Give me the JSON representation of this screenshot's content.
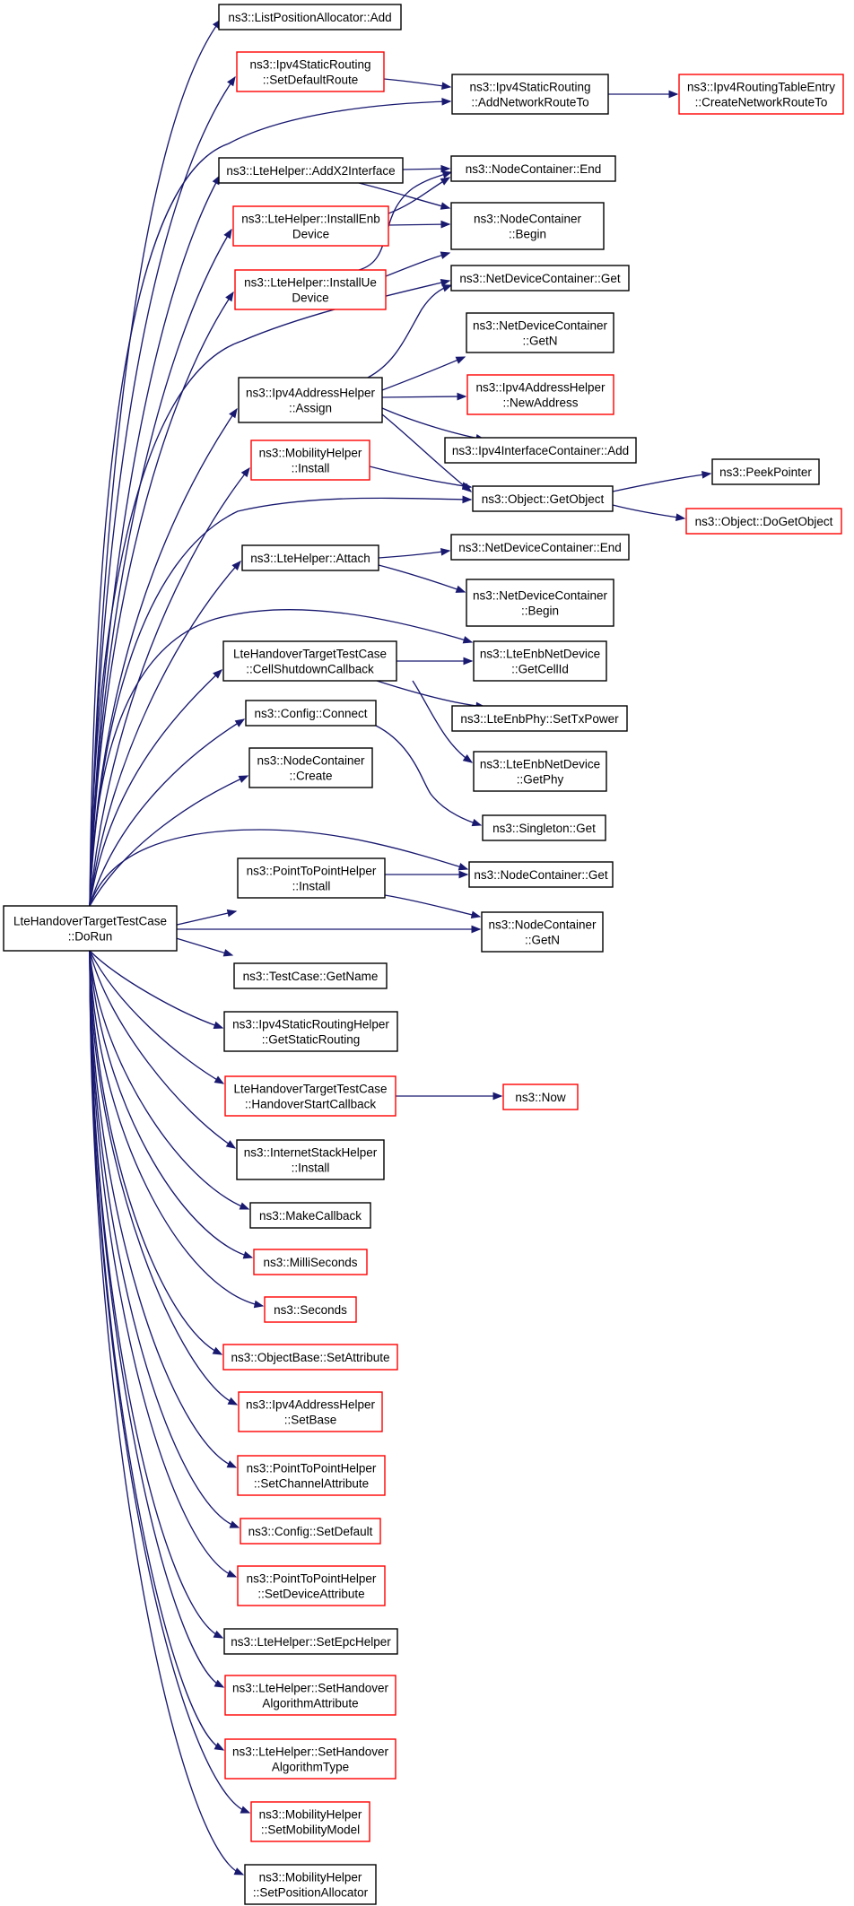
{
  "colors": {
    "edge": "#191970",
    "border_default": "#000000",
    "border_undocumented": "#ff0000",
    "root_fill": "#bfbfbf"
  },
  "nodes": {
    "root": {
      "lines": [
        "LteHandoverTargetTestCase",
        "::DoRun"
      ],
      "style": "root"
    },
    "lpa_add": {
      "lines": [
        "ns3::ListPositionAllocator::Add"
      ],
      "style": "normal"
    },
    "isr_setdefault": {
      "lines": [
        "ns3::Ipv4StaticRouting",
        "::SetDefaultRoute"
      ],
      "style": "red"
    },
    "isr_addnet": {
      "lines": [
        "ns3::Ipv4StaticRouting",
        "::AddNetworkRouteTo"
      ],
      "style": "normal"
    },
    "irte_create": {
      "lines": [
        "ns3::Ipv4RoutingTableEntry",
        "::CreateNetworkRouteTo"
      ],
      "style": "red"
    },
    "lte_addx2": {
      "lines": [
        "ns3::LteHelper::AddX2Interface"
      ],
      "style": "normal"
    },
    "nc_end": {
      "lines": [
        "ns3::NodeContainer::End"
      ],
      "style": "normal"
    },
    "lte_installenb": {
      "lines": [
        "ns3::LteHelper::InstallEnb",
        "Device"
      ],
      "style": "red"
    },
    "nc_begin": {
      "lines": [
        "ns3::NodeContainer",
        "::Begin"
      ],
      "style": "normal"
    },
    "lte_installue": {
      "lines": [
        "ns3::LteHelper::InstallUe",
        "Device"
      ],
      "style": "red"
    },
    "ndc_get": {
      "lines": [
        "ns3::NetDeviceContainer::Get"
      ],
      "style": "normal"
    },
    "ndc_getn": {
      "lines": [
        "ns3::NetDeviceContainer",
        "::GetN"
      ],
      "style": "normal"
    },
    "iah_assign": {
      "lines": [
        "ns3::Ipv4AddressHelper",
        "::Assign"
      ],
      "style": "normal"
    },
    "iah_newaddr": {
      "lines": [
        "ns3::Ipv4AddressHelper",
        "::NewAddress"
      ],
      "style": "red"
    },
    "iic_add": {
      "lines": [
        "ns3::Ipv4InterfaceContainer::Add"
      ],
      "style": "normal"
    },
    "mob_install": {
      "lines": [
        "ns3::MobilityHelper",
        "::Install"
      ],
      "style": "red"
    },
    "peekpointer": {
      "lines": [
        "ns3::PeekPointer"
      ],
      "style": "normal"
    },
    "obj_getobject": {
      "lines": [
        "ns3::Object::GetObject"
      ],
      "style": "normal"
    },
    "obj_dogetobject": {
      "lines": [
        "ns3::Object::DoGetObject"
      ],
      "style": "red"
    },
    "lte_attach": {
      "lines": [
        "ns3::LteHelper::Attach"
      ],
      "style": "normal"
    },
    "ndc_end": {
      "lines": [
        "ns3::NetDeviceContainer::End"
      ],
      "style": "normal"
    },
    "ndc_begin": {
      "lines": [
        "ns3::NetDeviceContainer",
        "::Begin"
      ],
      "style": "normal"
    },
    "cellshutdown": {
      "lines": [
        "LteHandoverTargetTestCase",
        "::CellShutdownCallback"
      ],
      "style": "normal"
    },
    "lenb_getcellid": {
      "lines": [
        "ns3::LteEnbNetDevice",
        "::GetCellId"
      ],
      "style": "normal"
    },
    "lenbphy_settx": {
      "lines": [
        "ns3::LteEnbPhy::SetTxPower"
      ],
      "style": "normal"
    },
    "cfg_connect": {
      "lines": [
        "ns3::Config::Connect"
      ],
      "style": "normal"
    },
    "lenb_getphy": {
      "lines": [
        "ns3::LteEnbNetDevice",
        "::GetPhy"
      ],
      "style": "normal"
    },
    "nc_create": {
      "lines": [
        "ns3::NodeContainer",
        "::Create"
      ],
      "style": "normal"
    },
    "singleton_get": {
      "lines": [
        "ns3::Singleton::Get"
      ],
      "style": "normal"
    },
    "p2p_install": {
      "lines": [
        "ns3::PointToPointHelper",
        "::Install"
      ],
      "style": "normal"
    },
    "nc_get": {
      "lines": [
        "ns3::NodeContainer::Get"
      ],
      "style": "normal"
    },
    "nc_getn": {
      "lines": [
        "ns3::NodeContainer",
        "::GetN"
      ],
      "style": "normal"
    },
    "tc_getname": {
      "lines": [
        "ns3::TestCase::GetName"
      ],
      "style": "normal"
    },
    "isrh_getstatic": {
      "lines": [
        "ns3::Ipv4StaticRoutingHelper",
        "::GetStaticRouting"
      ],
      "style": "normal"
    },
    "handoverstart": {
      "lines": [
        "LteHandoverTargetTestCase",
        "::HandoverStartCallback"
      ],
      "style": "red"
    },
    "now": {
      "lines": [
        "ns3::Now"
      ],
      "style": "red"
    },
    "ish_install": {
      "lines": [
        "ns3::InternetStackHelper",
        "::Install"
      ],
      "style": "normal"
    },
    "makecallback": {
      "lines": [
        "ns3::MakeCallback"
      ],
      "style": "normal"
    },
    "milliseconds": {
      "lines": [
        "ns3::MilliSeconds"
      ],
      "style": "red"
    },
    "seconds": {
      "lines": [
        "ns3::Seconds"
      ],
      "style": "red"
    },
    "ob_setattr": {
      "lines": [
        "ns3::ObjectBase::SetAttribute"
      ],
      "style": "red"
    },
    "iah_setbase": {
      "lines": [
        "ns3::Ipv4AddressHelper",
        "::SetBase"
      ],
      "style": "red"
    },
    "p2p_setchan": {
      "lines": [
        "ns3::PointToPointHelper",
        "::SetChannelAttribute"
      ],
      "style": "red"
    },
    "cfg_setdefault": {
      "lines": [
        "ns3::Config::SetDefault"
      ],
      "style": "red"
    },
    "p2p_setdev": {
      "lines": [
        "ns3::PointToPointHelper",
        "::SetDeviceAttribute"
      ],
      "style": "red"
    },
    "lte_setepc": {
      "lines": [
        "ns3::LteHelper::SetEpcHelper"
      ],
      "style": "normal"
    },
    "lte_sethoattr": {
      "lines": [
        "ns3::LteHelper::SetHandover",
        "AlgorithmAttribute"
      ],
      "style": "red"
    },
    "lte_sethotype": {
      "lines": [
        "ns3::LteHelper::SetHandover",
        "AlgorithmType"
      ],
      "style": "red"
    },
    "mob_setmodel": {
      "lines": [
        "ns3::MobilityHelper",
        "::SetMobilityModel"
      ],
      "style": "red"
    },
    "mob_setpos": {
      "lines": [
        "ns3::MobilityHelper",
        "::SetPositionAllocator"
      ],
      "style": "normal"
    }
  },
  "edges": [
    [
      "root",
      "lpa_add"
    ],
    [
      "root",
      "isr_setdefault"
    ],
    [
      "root",
      "isr_addnet"
    ],
    [
      "root",
      "lte_addx2"
    ],
    [
      "root",
      "lte_installenb"
    ],
    [
      "root",
      "lte_installue"
    ],
    [
      "root",
      "ndc_get"
    ],
    [
      "root",
      "iah_assign"
    ],
    [
      "root",
      "mob_install"
    ],
    [
      "root",
      "obj_getobject"
    ],
    [
      "root",
      "lte_attach"
    ],
    [
      "root",
      "lenb_getcellid"
    ],
    [
      "root",
      "cellshutdown"
    ],
    [
      "root",
      "cfg_connect"
    ],
    [
      "root",
      "nc_create"
    ],
    [
      "root",
      "nc_get"
    ],
    [
      "root",
      "p2p_install"
    ],
    [
      "root",
      "nc_getn"
    ],
    [
      "root",
      "tc_getname"
    ],
    [
      "root",
      "isrh_getstatic"
    ],
    [
      "root",
      "handoverstart"
    ],
    [
      "root",
      "ish_install"
    ],
    [
      "root",
      "makecallback"
    ],
    [
      "root",
      "milliseconds"
    ],
    [
      "root",
      "seconds"
    ],
    [
      "root",
      "ob_setattr"
    ],
    [
      "root",
      "iah_setbase"
    ],
    [
      "root",
      "p2p_setchan"
    ],
    [
      "root",
      "cfg_setdefault"
    ],
    [
      "root",
      "p2p_setdev"
    ],
    [
      "root",
      "lte_setepc"
    ],
    [
      "root",
      "lte_sethoattr"
    ],
    [
      "root",
      "lte_sethotype"
    ],
    [
      "root",
      "mob_setmodel"
    ],
    [
      "root",
      "mob_setpos"
    ],
    [
      "isr_setdefault",
      "isr_addnet"
    ],
    [
      "isr_addnet",
      "irte_create"
    ],
    [
      "lte_addx2",
      "nc_end"
    ],
    [
      "lte_addx2",
      "nc_begin"
    ],
    [
      "lte_installenb",
      "nc_end"
    ],
    [
      "lte_installenb",
      "nc_begin"
    ],
    [
      "lte_installue",
      "nc_end"
    ],
    [
      "lte_installue",
      "nc_begin"
    ],
    [
      "iah_assign",
      "ndc_get"
    ],
    [
      "iah_assign",
      "ndc_getn"
    ],
    [
      "iah_assign",
      "iah_newaddr"
    ],
    [
      "iah_assign",
      "iic_add"
    ],
    [
      "iah_assign",
      "obj_getobject"
    ],
    [
      "mob_install",
      "obj_getobject"
    ],
    [
      "obj_getobject",
      "peekpointer"
    ],
    [
      "obj_getobject",
      "obj_dogetobject"
    ],
    [
      "lte_attach",
      "ndc_end"
    ],
    [
      "lte_attach",
      "ndc_begin"
    ],
    [
      "cellshutdown",
      "lenb_getcellid"
    ],
    [
      "cellshutdown",
      "lenbphy_settx"
    ],
    [
      "cellshutdown",
      "lenb_getphy"
    ],
    [
      "cfg_connect",
      "singleton_get"
    ],
    [
      "p2p_install",
      "nc_get"
    ],
    [
      "p2p_install",
      "nc_getn"
    ],
    [
      "handoverstart",
      "now"
    ]
  ]
}
